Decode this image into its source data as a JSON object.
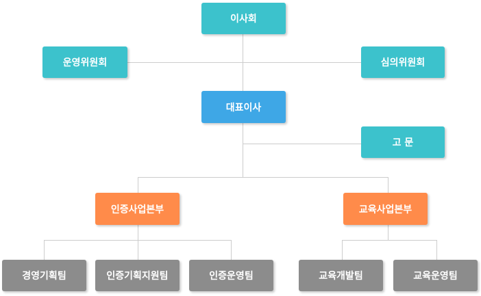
{
  "colors": {
    "teal": "#3cc2cc",
    "blue": "#3ea7e6",
    "orange": "#ff8b4a",
    "gray": "#8c8c8c",
    "line": "#cccccc"
  },
  "nodes": {
    "board": "이사회",
    "steering_committee": "운영위원회",
    "review_committee": "심의위원회",
    "ceo": "대표이사",
    "advisor": "고 문",
    "certification_division": "인증사업본부",
    "education_division": "교육사업본부",
    "management_planning_team": "경영기획팀",
    "certification_planning_support_team": "인증기획지원팀",
    "certification_operations_team": "인증운영팀",
    "education_development_team": "교육개발팀",
    "education_operations_team": "교육운영팀"
  }
}
